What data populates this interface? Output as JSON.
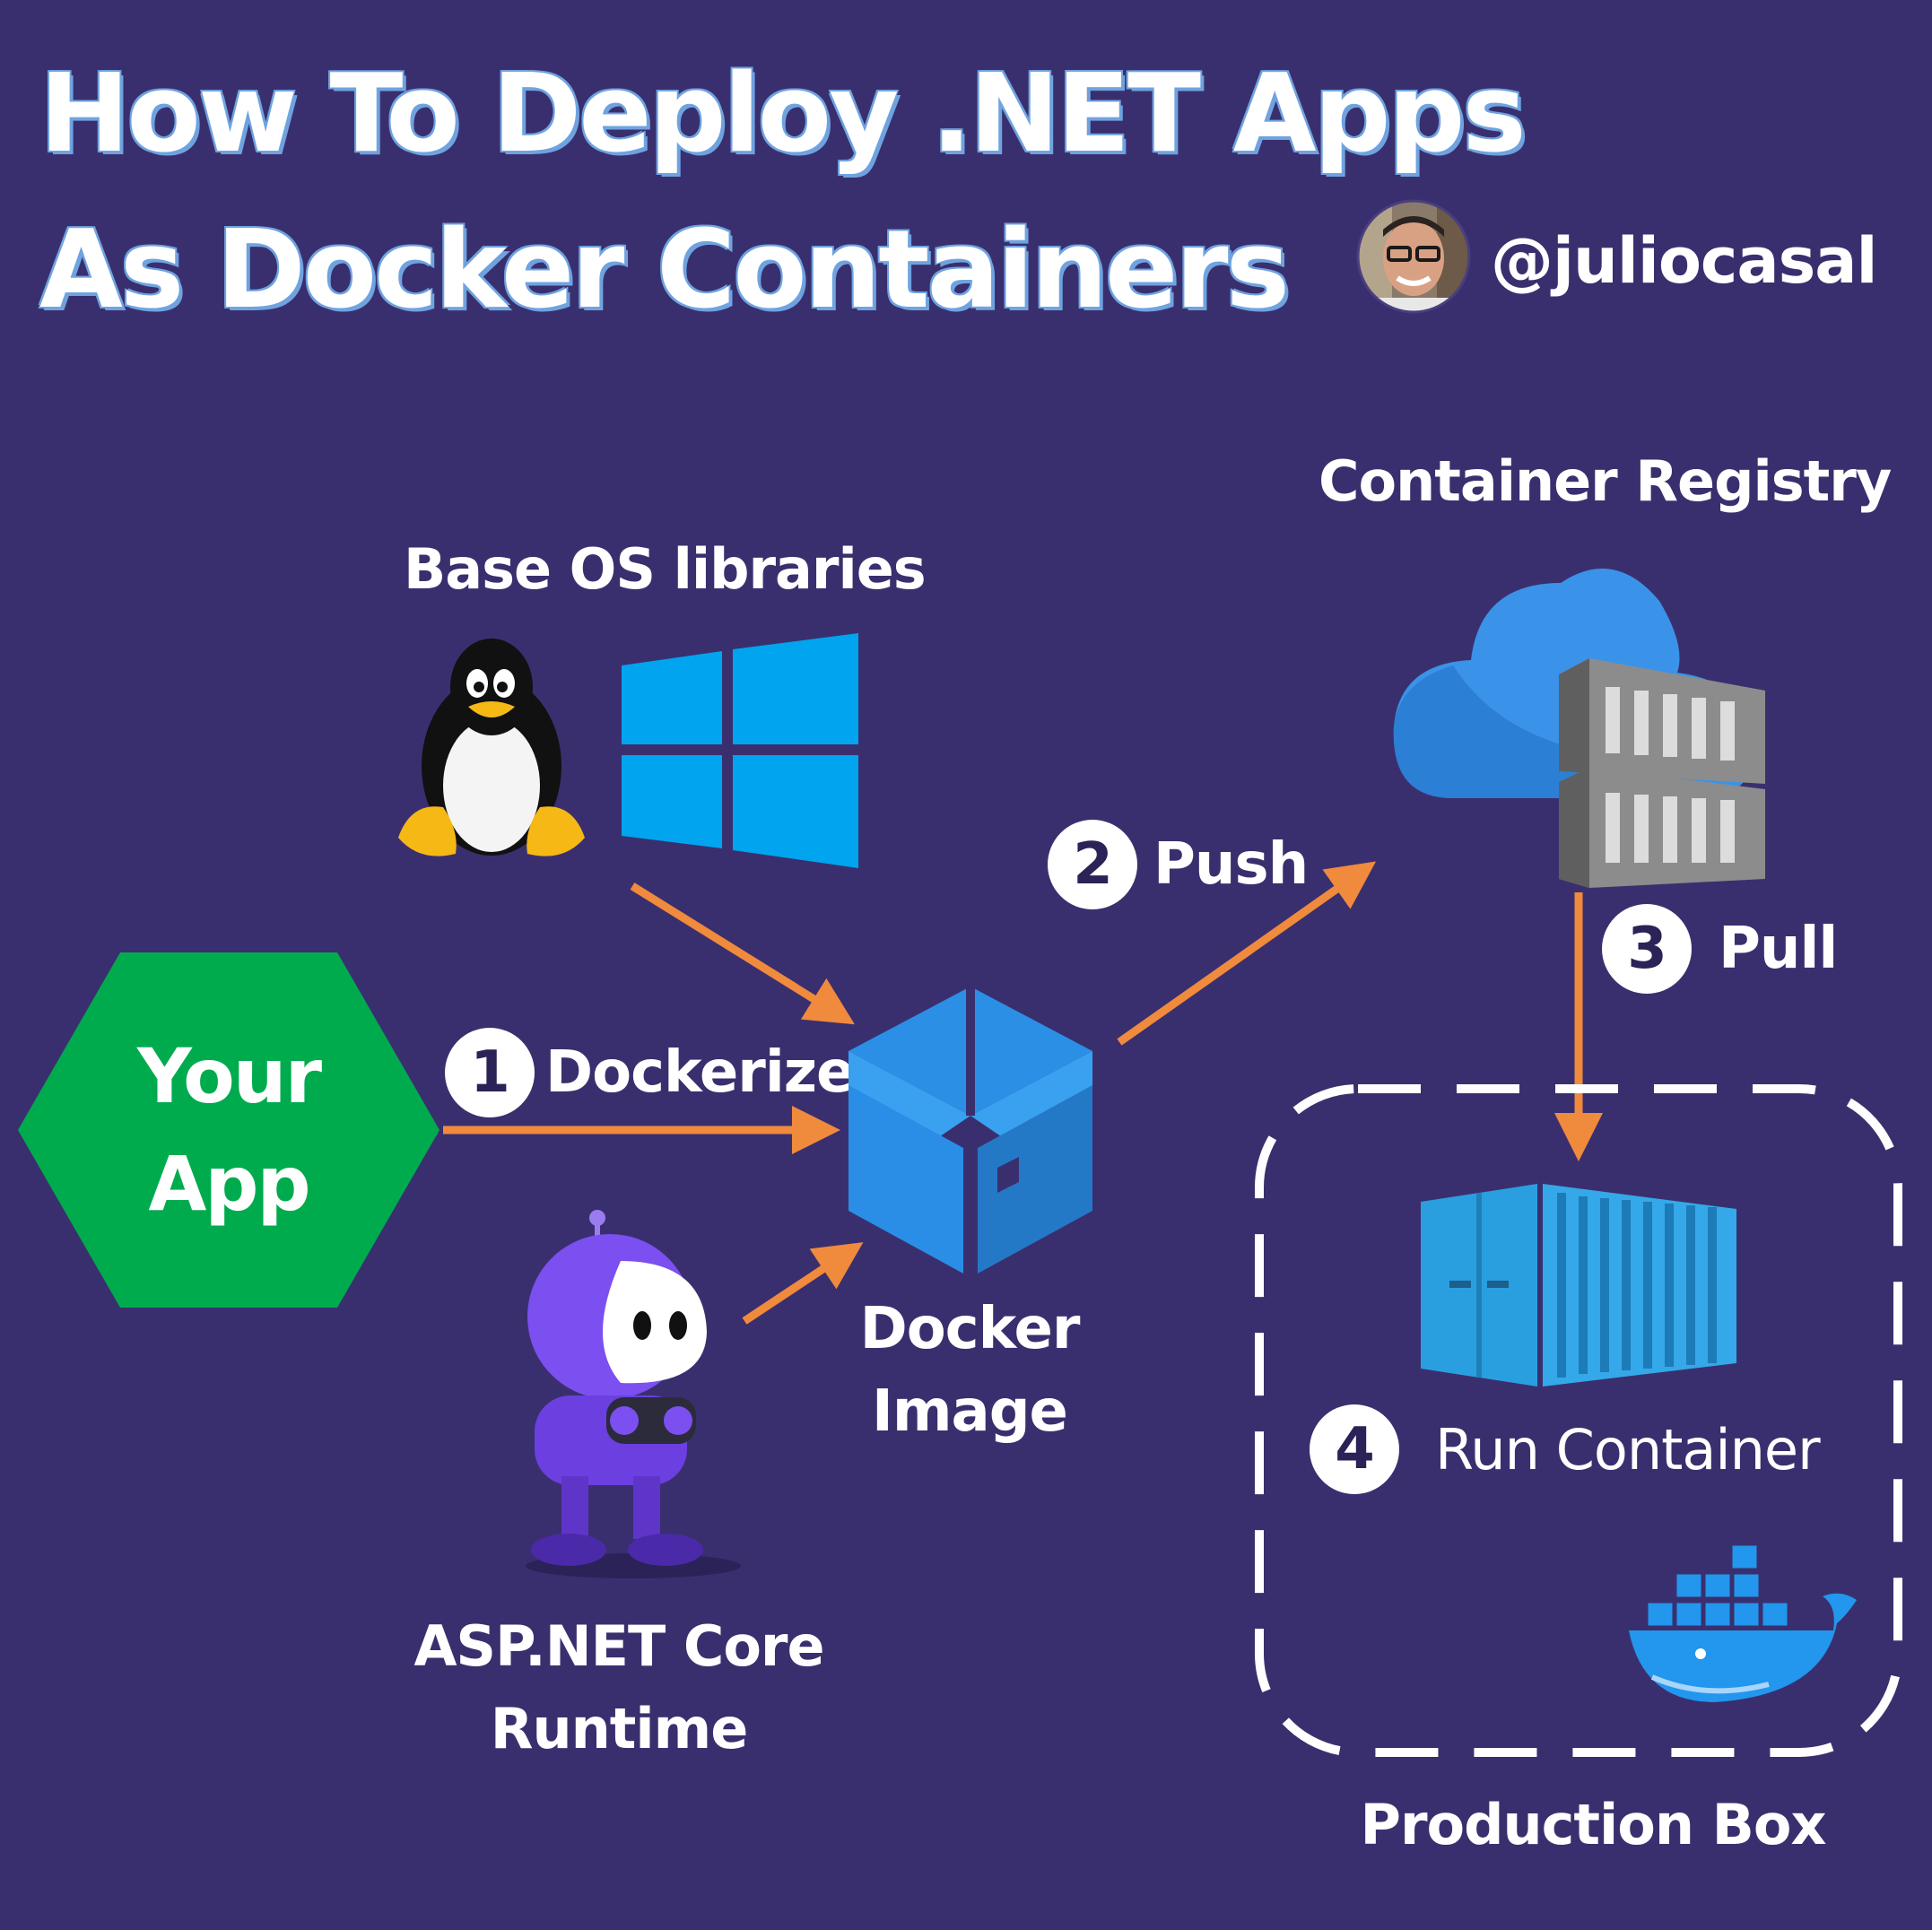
{
  "title": {
    "line1": "How To Deploy .NET Apps",
    "line2": "As Docker Containers"
  },
  "author": {
    "handle": "@juliocasal",
    "avatar_icon": "author-avatar"
  },
  "nodes": {
    "app": {
      "line1": "Your",
      "line2": "App",
      "color": "#00ab4e"
    },
    "base_os": {
      "label": "Base OS libraries",
      "icons": [
        "linux-tux-icon",
        "windows-logo-icon"
      ]
    },
    "runtime": {
      "line1": "ASP.NET Core",
      "line2": "Runtime",
      "icon": "dotnet-bot-icon"
    },
    "image": {
      "line1": "Docker",
      "line2": "Image",
      "icon": "docker-image-box-icon"
    },
    "registry": {
      "label": "Container Registry",
      "icon": "container-registry-icon"
    },
    "production": {
      "label": "Production Box",
      "icons": [
        "container-icon",
        "docker-whale-icon"
      ]
    }
  },
  "steps": [
    {
      "number": "1",
      "label": "Dockerize"
    },
    {
      "number": "2",
      "label": "Push"
    },
    {
      "number": "3",
      "label": "Pull"
    },
    {
      "number": "4",
      "label": "Run Container"
    }
  ],
  "colors": {
    "background": "#3a2f6e",
    "arrow": "#f08a3c",
    "accent_blue": "#2a8ee6"
  }
}
